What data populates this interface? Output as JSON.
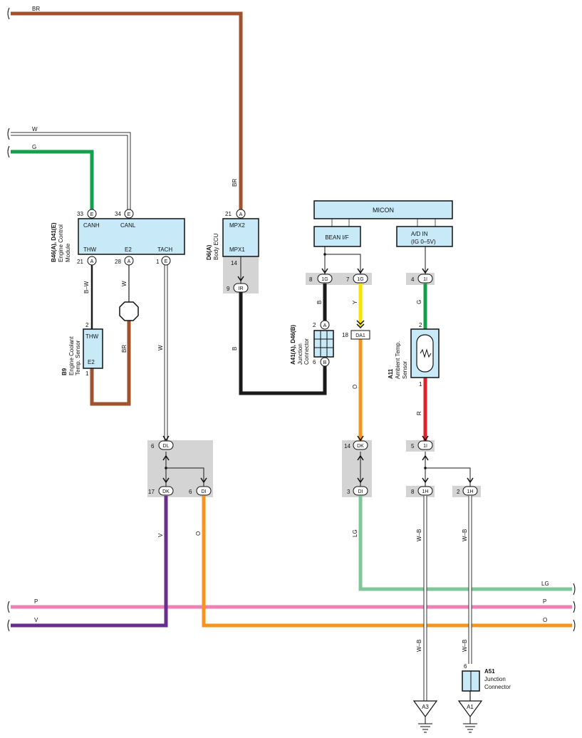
{
  "colors": {
    "brown": "#a0522d",
    "green": "#12a04a",
    "black": "#1a1a1a",
    "yellow": "#f6e400",
    "orange": "#f7941d",
    "red": "#e0202a",
    "lightgreen": "#7fc79a",
    "pink": "#ee82b4",
    "violet": "#6a2c91",
    "box_fill": "#c8eaf8",
    "gray_zone": "#d4d4d4"
  },
  "wires": {
    "br_top": "BR",
    "w_top": "W",
    "g_top": "G",
    "br_body": "BR",
    "bw": "B–W",
    "w_e2": "W",
    "br_sensor": "BR",
    "w_tach": "W",
    "b_body": "B",
    "b_jc": "B",
    "y": "Y",
    "o_mid": "O",
    "g_amb": "G",
    "r_amb": "R",
    "lg_mid": "LG",
    "v_mid": "V",
    "o_left": "O",
    "wb_8": "W–B",
    "wb_2": "W–B",
    "wb_8_low": "W–B",
    "wb_2_low": "W–B",
    "lg_right": "LG",
    "p_right": "P",
    "o_right": "O",
    "p_left": "P",
    "v_left": "V"
  },
  "ecm": {
    "title": "B46(A), D41(E)",
    "sub1": "Engine Control",
    "sub2": "Module",
    "canh": "CANH",
    "canl": "CANL",
    "thw": "THW",
    "e2": "E2",
    "tach": "TACH",
    "pin_canh": "33",
    "pin_canl": "34",
    "pin_thw": "21",
    "pin_e2": "28",
    "pin_tach": "1",
    "conn_canh": "E",
    "conn_canl": "E",
    "conn_thw": "A",
    "conn_e2": "A",
    "conn_tach": "E"
  },
  "body_ecu": {
    "title": "D6(A)",
    "sub": "Body ECU",
    "mpx2": "MPX2",
    "mpx1": "MPX1",
    "pin_top": "21",
    "conn_top": "A",
    "pin_14": "14",
    "pin_9": "9",
    "conn_ir": "IR"
  },
  "coolant": {
    "title": "B9",
    "sub1": "Engine Coolant",
    "sub2": "Temp. Sensor",
    "thw": "THW",
    "e2": "E2",
    "pin_top": "2",
    "pin_bot": "1"
  },
  "micon": {
    "title": "MICON",
    "bean": "BEAN I/F",
    "ad": "A/D IN",
    "ad_sub": "(IG 0–5V)"
  },
  "pins_right": {
    "p8": "8",
    "c1g_a": "1G",
    "p7": "7",
    "c1g_b": "1G",
    "p4": "4",
    "c1i_a": "1I",
    "p18": "18",
    "c_da1": "DA1",
    "p14": "14",
    "c_dk_r": "DK",
    "p5": "5",
    "c1i_b": "1I",
    "p3": "3",
    "c_di_r": "DI",
    "p8b": "8",
    "c1h_a": "1H",
    "p2b": "2",
    "c1h_b": "1H"
  },
  "junction": {
    "title": "A41(A), D46(B)",
    "sub1": "Junction",
    "sub2": "Connector",
    "pin_top": "2",
    "conn_top": "A",
    "pin_bot": "6",
    "conn_bot": "B"
  },
  "ambient": {
    "title": "A11",
    "sub1": "Ambient Temp.",
    "sub2": "Sensor",
    "pin_top": "2",
    "pin_bot": "1"
  },
  "left_conn": {
    "p6": "6",
    "c_dl": "DL",
    "p17": "17",
    "c_dk": "DK",
    "p6b": "6",
    "c_di": "DI"
  },
  "a51": {
    "title": "A51",
    "sub1": "Junction",
    "sub2": "Connector",
    "pin": "6"
  },
  "grounds": {
    "a3": "A3",
    "a1": "A1"
  }
}
